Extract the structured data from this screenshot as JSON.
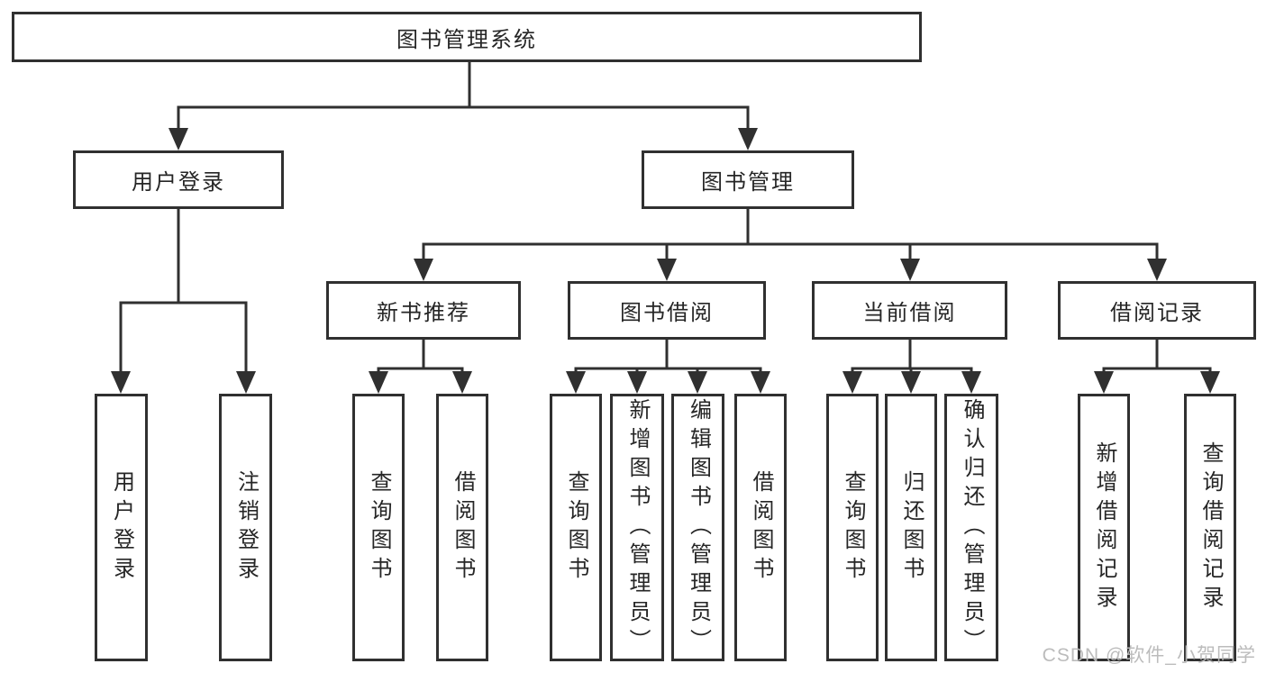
{
  "tree": {
    "label": "图书管理系统",
    "children": [
      {
        "label": "用户登录",
        "children": [
          {
            "label": "用户登录"
          },
          {
            "label": "注销登录"
          }
        ]
      },
      {
        "label": "图书管理",
        "children": [
          {
            "label": "新书推荐",
            "children": [
              {
                "label": "查询图书"
              },
              {
                "label": "借阅图书"
              }
            ]
          },
          {
            "label": "图书借阅",
            "children": [
              {
                "label": "查询图书"
              },
              {
                "label": "新增图书（管理员）"
              },
              {
                "label": "编辑图书（管理员）"
              },
              {
                "label": "借阅图书"
              }
            ]
          },
          {
            "label": "当前借阅",
            "children": [
              {
                "label": "查询图书"
              },
              {
                "label": "归还图书"
              },
              {
                "label": "确认归还（管理员）"
              }
            ]
          },
          {
            "label": "借阅记录",
            "children": [
              {
                "label": "新增借阅记录"
              },
              {
                "label": "查询借阅记录"
              }
            ]
          }
        ]
      }
    ]
  },
  "watermark": {
    "text": "CSDN @软件_小贺同学"
  },
  "colors": {
    "line": "#303030",
    "text": "#262626",
    "watermark": "#b9b9b9",
    "background": "#ffffff"
  }
}
